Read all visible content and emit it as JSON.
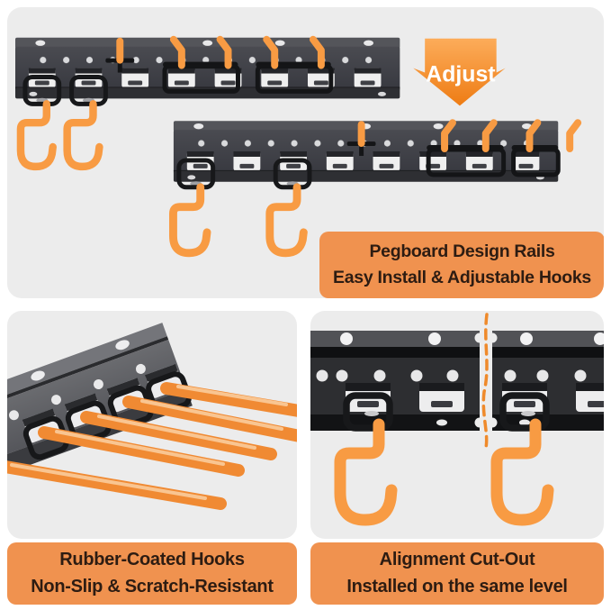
{
  "meta": {
    "type": "product-feature-infographic",
    "subject": "wall-mount tool organizer rails with hooks"
  },
  "colors": {
    "background": "#FFFFFF",
    "panel_bg": "#ECECEC",
    "caption_bg": "#F0924F",
    "caption_text": "#2D1C12",
    "hook_orange": "#F89B43",
    "hook_highlight": "#FFD3A0",
    "arrow_orange_top": "#FCAC5A",
    "arrow_orange_bottom": "#EE7C14",
    "rail_gray": "#3F4045",
    "rail_black": "#141517"
  },
  "hero": {
    "adjust_label": "Adjust",
    "caption": {
      "line1": "Pegboard Design Rails",
      "line2": "Easy Install & Adjustable Hooks"
    }
  },
  "features": [
    {
      "id": "rubber-coated-hooks",
      "caption": {
        "line1": "Rubber-Coated Hooks",
        "line2": "Non-Slip & Scratch-Resistant"
      }
    },
    {
      "id": "alignment-cut-out",
      "caption": {
        "line1": "Alignment Cut-Out",
        "line2": "Installed on the same level"
      }
    }
  ]
}
